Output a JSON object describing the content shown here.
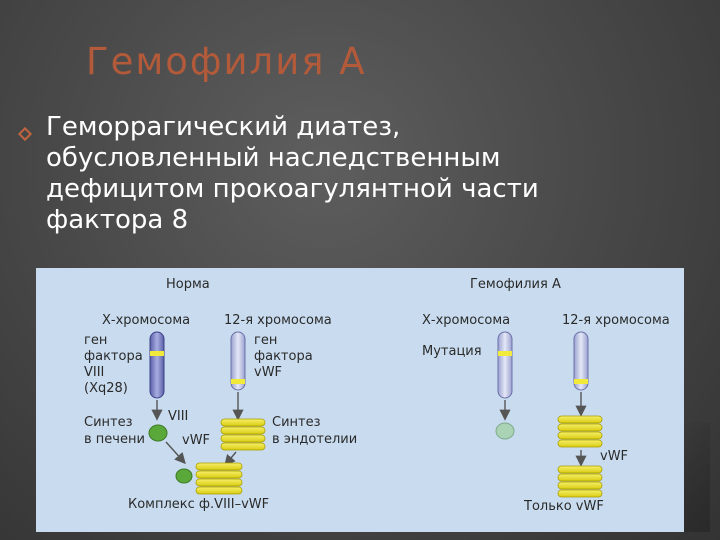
{
  "slide": {
    "title": "Гемофилия А",
    "body_lines": [
      "Геморрагический диатез,",
      "обусловленный наследственным",
      "дефицитом прокоагулянтной части",
      "фактора 8"
    ]
  },
  "figure": {
    "norm": {
      "header": "Норма",
      "x_chrom": "Х-хромосома",
      "chrom12": "12-я хромосома",
      "gene8": [
        "ген",
        "фактора",
        "VIII",
        "(Xq28)"
      ],
      "genevwf": [
        "ген",
        "фактора",
        "vWF"
      ],
      "synth_liver": [
        "Синтез",
        "в печени"
      ],
      "synth_endo": [
        "Синтез",
        "в эндотелии"
      ],
      "label_viii": "VIII",
      "label_vwf": "vWF",
      "complex": "Комплекс ф.VIII–vWF"
    },
    "hemo": {
      "header": "Гемофилия А",
      "x_chrom": "Х-хромосома",
      "chrom12": "12-я хромосома",
      "mutation": "Мутация",
      "label_vwf": "vWF",
      "only_vwf": "Только vWF"
    },
    "colors": {
      "purple": "#7b7fc0",
      "yellow": "#f2ea3a",
      "green": "#5aa83a",
      "pale_green": "#a9d3b4"
    }
  }
}
